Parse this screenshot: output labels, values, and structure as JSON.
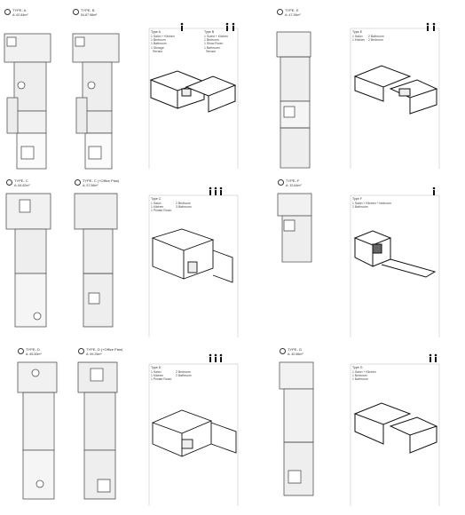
{
  "plans": [
    {
      "type": "TYPE- A",
      "area": "A: 62.84m²"
    },
    {
      "type": "TYPE- B",
      "area": "54.87.98m²"
    },
    {
      "type": "TYPE- E",
      "area": "A: 47.26m²"
    },
    {
      "type": "TYPE- C",
      "area": "A: 84.82m²"
    },
    {
      "type": "TYPE- C (+Office Plan)",
      "area": "A: 57.56m²"
    },
    {
      "type": "TYPE- F",
      "area": "A: 32.64m²"
    },
    {
      "type": "TYPE- D",
      "area": "A: 65.50m²"
    },
    {
      "type": "TYPE- D (+Office Plan)",
      "area": "A: 69.25m²"
    },
    {
      "type": "TYPE- G",
      "area": "A: 40.56m²"
    }
  ],
  "axons": [
    {
      "title": "Type A",
      "rooms_left": "1 Salon + Kitchen\n1 Bedroom\n1 Bathroom\n1 Storage\n  Terrace",
      "title2": "Type B",
      "rooms_right": "1 Guest + Kitchen\n1 Bedroom\n1 Show Room\n1 Bathroom\n  Terrace"
    },
    {
      "title": "Type E",
      "rooms_left": "1 Salon\n1 Kitchen",
      "rooms_right": "2 Bathroom\n2 Bedroom"
    },
    {
      "title": "Type C",
      "rooms_left": "1 Salon\n1 Kitchen\n1 Private Room",
      "rooms_right": "2 Bedroom\n3 Bathroom"
    },
    {
      "title": "Type F",
      "rooms_left": "1 Salon + Kitchen + bedroom\n1 Bathroom",
      "rooms_right": ""
    },
    {
      "title": "Type D",
      "rooms_left": "1 Salon\n1 Kitchen\n1 Private Room",
      "rooms_right": "2 Bedroom\n2 Bathroom"
    },
    {
      "title": "Type G",
      "rooms_left": "1 Salon + Kitchen\n1 Bedroom\n1 Bathroom",
      "rooms_right": ""
    }
  ]
}
